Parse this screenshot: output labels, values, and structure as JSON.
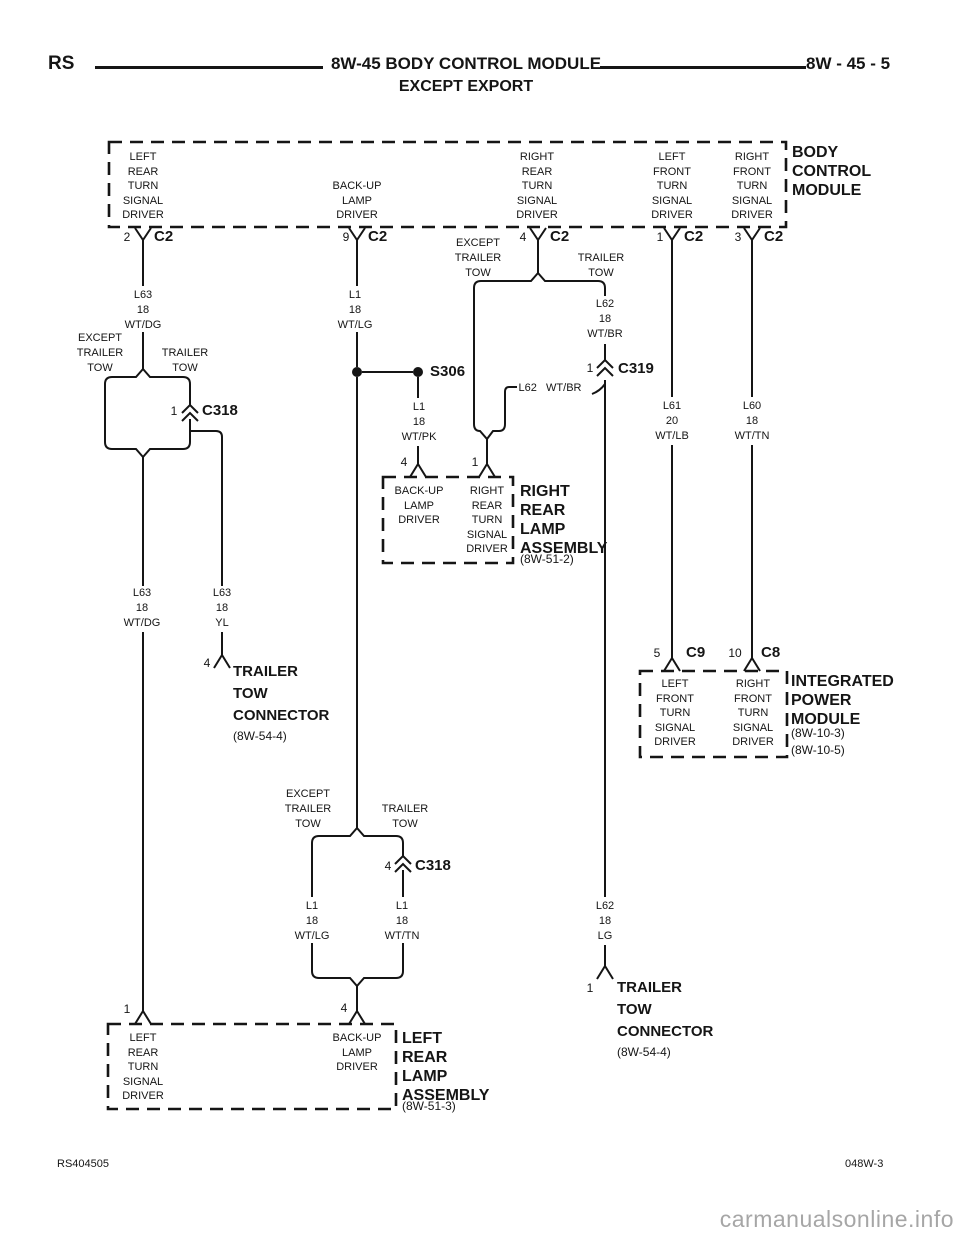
{
  "header": {
    "code": "RS",
    "title": "8W-45 BODY CONTROL MODULE",
    "subtitle": "EXCEPT EXPORT",
    "page": "8W - 45 - 5"
  },
  "footer": {
    "doc_number": "RS404505",
    "sheet": "048W-3",
    "watermark": "carmanualsonline.info"
  },
  "bcm": {
    "title": "BODY\nCONTROL\nMODULE",
    "pins": [
      {
        "num": "2",
        "connector": "C2",
        "label": "LEFT\nREAR\nTURN\nSIGNAL\nDRIVER"
      },
      {
        "num": "9",
        "connector": "C2",
        "label": "BACK-UP\nLAMP\nDRIVER"
      },
      {
        "num": "4",
        "connector": "C2",
        "label": "RIGHT\nREAR\nTURN\nSIGNAL\nDRIVER"
      },
      {
        "num": "1",
        "connector": "C2",
        "label": "LEFT\nFRONT\nTURN\nSIGNAL\nDRIVER"
      },
      {
        "num": "3",
        "connector": "C2",
        "label": "RIGHT\nFRONT\nTURN\nSIGNAL\nDRIVER"
      }
    ]
  },
  "branch_labels": {
    "except_trailer_tow": "EXCEPT\nTRAILER\nTOW",
    "trailer_tow": "TRAILER\nTOW"
  },
  "wires": {
    "l63_wtdg": "L63\n18\nWT/DG",
    "l63_yl": "L63\n18\nYL",
    "l1_wtlg": "L1\n18\nWT/LG",
    "l1_wtpk": "L1\n18\nWT/PK",
    "l1_wttn": "L1\n18\nWT/TN",
    "l62_wtbr": "L62\n18\nWT/BR",
    "l62_wtbr_inline": "L62   WT/BR",
    "l62_lg": "L62\n18\nLG",
    "l61_wtlb": "L61\n20\nWT/LB",
    "l60_wttn": "L60\n18\nWT/TN"
  },
  "splices": {
    "s306": "S306"
  },
  "inline_connectors": {
    "c318_upper": {
      "pin": "1",
      "name": "C318"
    },
    "c318_lower": {
      "pin": "4",
      "name": "C318"
    },
    "c319": {
      "pin": "1",
      "name": "C319"
    }
  },
  "right_rear_lamp": {
    "title": "RIGHT\nREAR\nLAMP\nASSEMBLY",
    "ref": "(8W-51-2)",
    "pins": [
      {
        "num": "4",
        "label": "BACK-UP\nLAMP\nDRIVER"
      },
      {
        "num": "1",
        "label": "RIGHT\nREAR\nTURN\nSIGNAL\nDRIVER"
      }
    ]
  },
  "left_rear_lamp": {
    "title": "LEFT\nREAR\nLAMP\nASSEMBLY",
    "ref": "(8W-51-3)",
    "pins": [
      {
        "num": "1",
        "label": "LEFT\nREAR\nTURN\nSIGNAL\nDRIVER"
      },
      {
        "num": "4",
        "label": "BACK-UP\nLAMP\nDRIVER"
      }
    ]
  },
  "ipm": {
    "title": "INTEGRATED\nPOWER\nMODULE",
    "refs": "(8W-10-3)\n(8W-10-5)",
    "pins": [
      {
        "num": "5",
        "connector": "C9",
        "label": "LEFT\nFRONT\nTURN\nSIGNAL\nDRIVER"
      },
      {
        "num": "10",
        "connector": "C8",
        "label": "RIGHT\nFRONT\nTURN\nSIGNAL\nDRIVER"
      }
    ]
  },
  "trailer_tow_connector_mid": {
    "pin": "4",
    "title": "TRAILER\nTOW\nCONNECTOR",
    "ref": "(8W-54-4)"
  },
  "trailer_tow_connector_right": {
    "pin": "1",
    "title": "TRAILER\nTOW\nCONNECTOR",
    "ref": "(8W-54-4)"
  }
}
